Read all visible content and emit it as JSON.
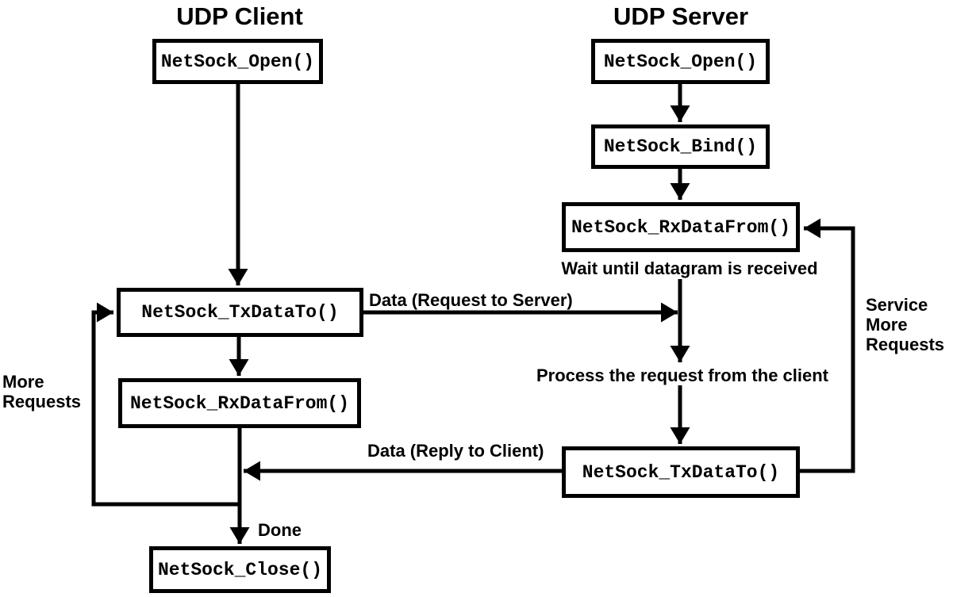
{
  "diagram": {
    "client": {
      "title": "UDP Client",
      "boxes": {
        "open": "NetSock_Open()",
        "tx": "NetSock_TxDataTo()",
        "rx": "NetSock_RxDataFrom()",
        "close": "NetSock_Close()"
      }
    },
    "server": {
      "title": "UDP Server",
      "boxes": {
        "open": "NetSock_Open()",
        "bind": "NetSock_Bind()",
        "rx": "NetSock_RxDataFrom()",
        "tx": "NetSock_TxDataTo()"
      }
    },
    "labels": {
      "request": "Data (Request to Server)",
      "reply": "Data (Reply to Client)",
      "wait": "Wait until datagram is received",
      "process": "Process the request from the client",
      "done": "Done",
      "more_requests": "More\nRequests",
      "service_more_requests": "Service\nMore\nRequests"
    },
    "colors": {
      "line": "#000000",
      "background": "#ffffff"
    }
  }
}
